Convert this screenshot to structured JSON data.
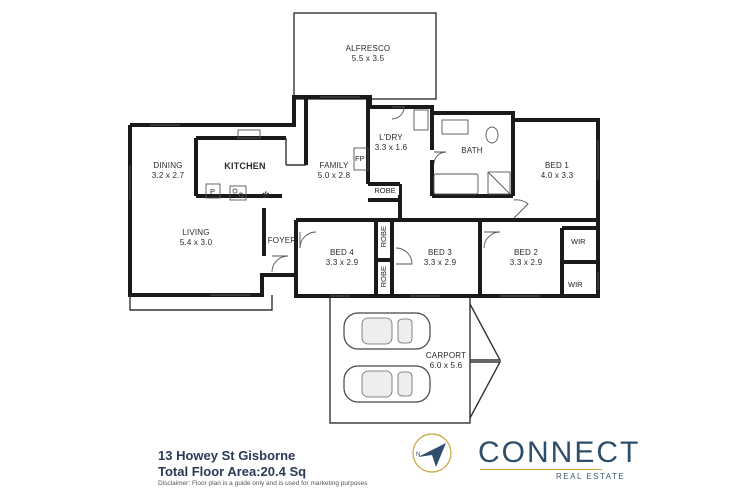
{
  "rooms": {
    "alfresco": {
      "name": "ALFRESCO",
      "dims": "5.5 x 3.5"
    },
    "dining": {
      "name": "DINING",
      "dims": "3.2 x 2.7"
    },
    "kitchen": {
      "name": "KITCHEN"
    },
    "family": {
      "name": "FAMILY",
      "dims": "5.0 x 2.8"
    },
    "laundry": {
      "name": "L'DRY",
      "dims": "3.3 x 1.6"
    },
    "bath": {
      "name": "BATH"
    },
    "bed1": {
      "name": "BED 1",
      "dims": "4.0 x 3.3"
    },
    "living": {
      "name": "LIVING",
      "dims": "5.4 x 3.0"
    },
    "foyer": {
      "name": "FOYER"
    },
    "bed4": {
      "name": "BED 4",
      "dims": "3.3 x 2.9"
    },
    "bed3": {
      "name": "BED 3",
      "dims": "3.3 x 2.9"
    },
    "bed2": {
      "name": "BED 2",
      "dims": "3.3 x 2.9"
    },
    "carport": {
      "name": "CARPORT",
      "dims": "6.0 x 5.6"
    }
  },
  "fixtures": {
    "fp": "FP",
    "robe_top": "ROBE",
    "robe_bed4": "ROBE",
    "robe_bed3": "ROBE",
    "wir_top": "WIR",
    "wir_bottom": "WIR",
    "pantry": "P"
  },
  "footer": {
    "address": "13 Howey St Gisborne",
    "floor_area": "Total Floor Area:20.4 Sq",
    "disclaimer": "Disclaimer:  Floor plan is a guide only and is used for marketing purposes"
  },
  "brand": {
    "name": "CONNECT",
    "tagline": "REAL ESTATE",
    "logo_icon": "compass-n-arrow-icon",
    "accent_color": "#c8a53c",
    "brand_color": "#2f4e6b"
  }
}
